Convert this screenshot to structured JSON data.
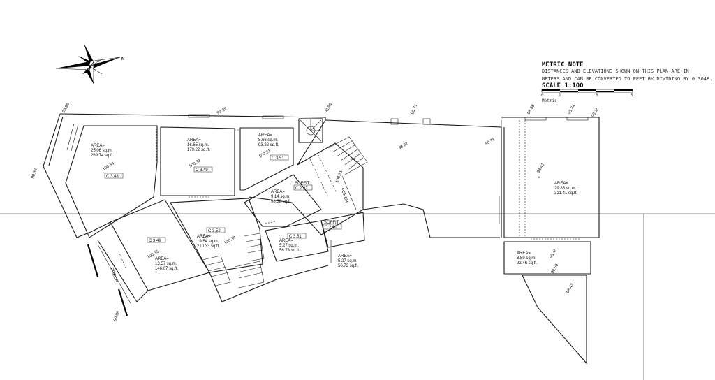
{
  "north_label": "N",
  "metric_note": {
    "title": "METRIC NOTE",
    "line1": "DISTANCES AND ELEVATIONS SHOWN ON THIS PLAN ARE IN",
    "line2": "METERS AND CAN BE CONVERTED TO FEET BY DIVIDING BY 0.3048."
  },
  "scale": {
    "title": "SCALE 1:100",
    "ticks": [
      "0",
      "1",
      "3",
      "5"
    ],
    "unit": "Metric"
  },
  "levels": [
    "99.96",
    "99.29",
    "98.98",
    "98.71",
    "98.38",
    "98.24",
    "98.15",
    "99.36",
    "98.87",
    "98.71",
    "98.42",
    "98.45",
    "98.50",
    "98.43",
    "99.98"
  ],
  "rooms": [
    {
      "area": "AREA=",
      "sqm": "25.06 sq.m.",
      "sqft": "269.74 sq.ft.",
      "level": "100.34",
      "ceiling": "C 3.48"
    },
    {
      "area": "AREA=",
      "sqm": "16.65 sq.m.",
      "sqft": "179.22 sq.ft.",
      "level": "100.33",
      "ceiling": "C 3.49"
    },
    {
      "area": "AREA=",
      "sqm": "8.66 sq.m.",
      "sqft": "93.22 sq.ft.",
      "level": "100.31",
      "ceiling": "C 3.51"
    },
    {
      "area": "AREA=",
      "sqm": "9.14 sq.m.",
      "sqft": "98.38 sq.ft.",
      "soffit": "SOFFIT",
      "ceiling": "C 2.67"
    },
    {
      "area": "AREA=",
      "sqm": "29.86 sq.m.",
      "sqft": "321.41 sq.ft.",
      "level": "98.42"
    },
    {
      "area": "AREA=",
      "sqm": "13.57 sq.m.",
      "sqft": "146.07 sq.ft.",
      "level": "100.35",
      "ceiling": "C 3.49"
    },
    {
      "area": "AREA=",
      "sqm": "19.54 sq.m.",
      "sqft": "210.33 sq.ft.",
      "level": "100.34",
      "ceiling": "C 3.52"
    },
    {
      "area": "AREA=",
      "sqm": "5.27 sq.m.",
      "sqft": "56.73 sq.ft.",
      "ceiling": "C 3.51"
    },
    {
      "area": "AREA=",
      "sqm": "5.27 sq.m.",
      "sqft": "56.73 sq.ft.",
      "soffit": "SOFFIT",
      "ceiling": "C 2.60"
    },
    {
      "area": "AREA=",
      "sqm": "8.59 sq.m.",
      "sqft": "92.46 sq.ft."
    }
  ],
  "porch_labels": [
    "PORCH",
    "PORCH"
  ],
  "extra_levels": [
    "100.31"
  ]
}
